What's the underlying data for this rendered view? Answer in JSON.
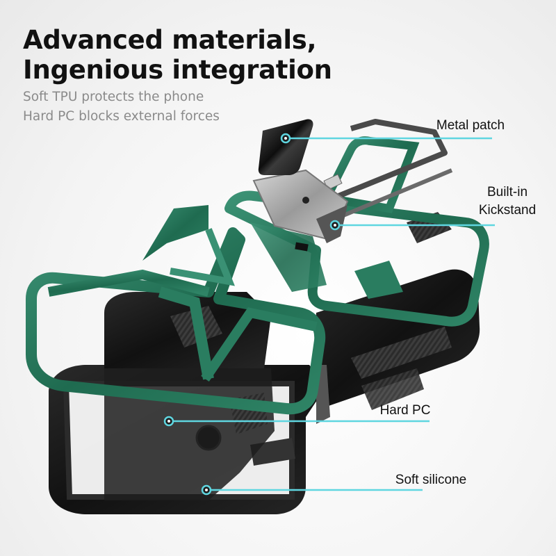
{
  "headline": {
    "line1": "Advanced materials,",
    "line2": "Ingenious integration"
  },
  "subcopy": {
    "line1": "Soft TPU protects the phone",
    "line2": "Hard PC blocks external forces"
  },
  "callouts": {
    "metal_patch": "Metal patch",
    "kickstand_line1": "Built-in",
    "kickstand_line2": "Kickstand",
    "hard_pc": "Hard PC",
    "soft_silicone": "Soft silicone"
  },
  "colors": {
    "accent_line": "#5fd6e0",
    "frame_green": "#2e7d62",
    "case_black": "#1a1a1a"
  }
}
